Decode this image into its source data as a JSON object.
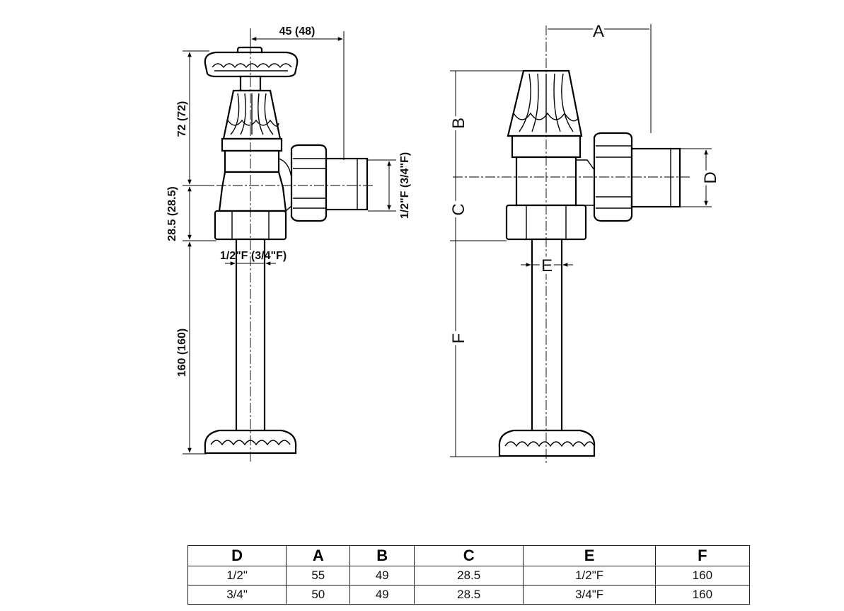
{
  "left_view": {
    "dim_top": "45 (48)",
    "dim_head": "72 (72)",
    "dim_mid": "28.5 (28.5)",
    "dim_pipe": "160 (160)",
    "dim_outlet": "1/2\"F (3/4\"F)",
    "dim_inlet": "1/2\"F (3/4\"F)"
  },
  "right_view": {
    "label_a": "A",
    "label_b": "B",
    "label_c": "C",
    "label_d": "D",
    "label_e": "E",
    "label_f": "F"
  },
  "table": {
    "headers": [
      "D",
      "A",
      "B",
      "C",
      "E",
      "F"
    ],
    "rows": [
      [
        "1/2\"",
        "55",
        "49",
        "28.5",
        "1/2\"F",
        "160"
      ],
      [
        "3/4\"",
        "50",
        "49",
        "28.5",
        "3/4\"F",
        "160"
      ]
    ]
  }
}
